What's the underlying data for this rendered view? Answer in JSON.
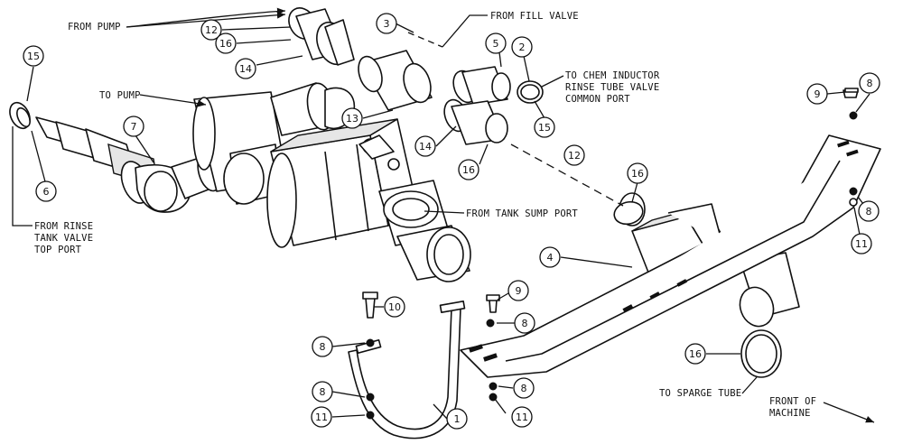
{
  "callouts": [
    {
      "id": "c12a",
      "label": "12"
    },
    {
      "id": "c16a",
      "label": "16"
    },
    {
      "id": "c14a",
      "label": "14"
    },
    {
      "id": "c3",
      "label": "3"
    },
    {
      "id": "c5",
      "label": "5"
    },
    {
      "id": "c2",
      "label": "2"
    },
    {
      "id": "c15a",
      "label": "15"
    },
    {
      "id": "c15b",
      "label": "15"
    },
    {
      "id": "c13",
      "label": "13"
    },
    {
      "id": "c14b",
      "label": "14"
    },
    {
      "id": "c16b",
      "label": "16"
    },
    {
      "id": "c7",
      "label": "7"
    },
    {
      "id": "c6",
      "label": "6"
    },
    {
      "id": "c12b",
      "label": "12"
    },
    {
      "id": "c16c",
      "label": "16"
    },
    {
      "id": "c9a",
      "label": "9"
    },
    {
      "id": "c8a",
      "label": "8"
    },
    {
      "id": "c8b",
      "label": "8"
    },
    {
      "id": "c11a",
      "label": "11"
    },
    {
      "id": "c4",
      "label": "4"
    },
    {
      "id": "c10",
      "label": "10"
    },
    {
      "id": "c9b",
      "label": "9"
    },
    {
      "id": "c8c",
      "label": "8"
    },
    {
      "id": "c8d",
      "label": "8"
    },
    {
      "id": "c8e",
      "label": "8"
    },
    {
      "id": "c8f",
      "label": "8"
    },
    {
      "id": "c11b",
      "label": "11"
    },
    {
      "id": "c11c",
      "label": "11"
    },
    {
      "id": "c1",
      "label": "1"
    },
    {
      "id": "c16d",
      "label": "16"
    }
  ],
  "notes": {
    "from_pump": "FROM PUMP",
    "from_fill_valve": "FROM FILL VALVE",
    "to_pump": "TO PUMP",
    "chem_1": "TO CHEM INDUCTOR",
    "chem_2": "RINSE TUBE VALVE",
    "chem_3": "COMMON PORT",
    "rinse_1": "FROM RINSE",
    "rinse_2": "TANK VALVE",
    "rinse_3": "TOP PORT",
    "tank_sump": "FROM TANK SUMP PORT",
    "sparge": "TO SPARGE TUBE",
    "front_1": "FRONT OF",
    "front_2": "MACHINE"
  }
}
